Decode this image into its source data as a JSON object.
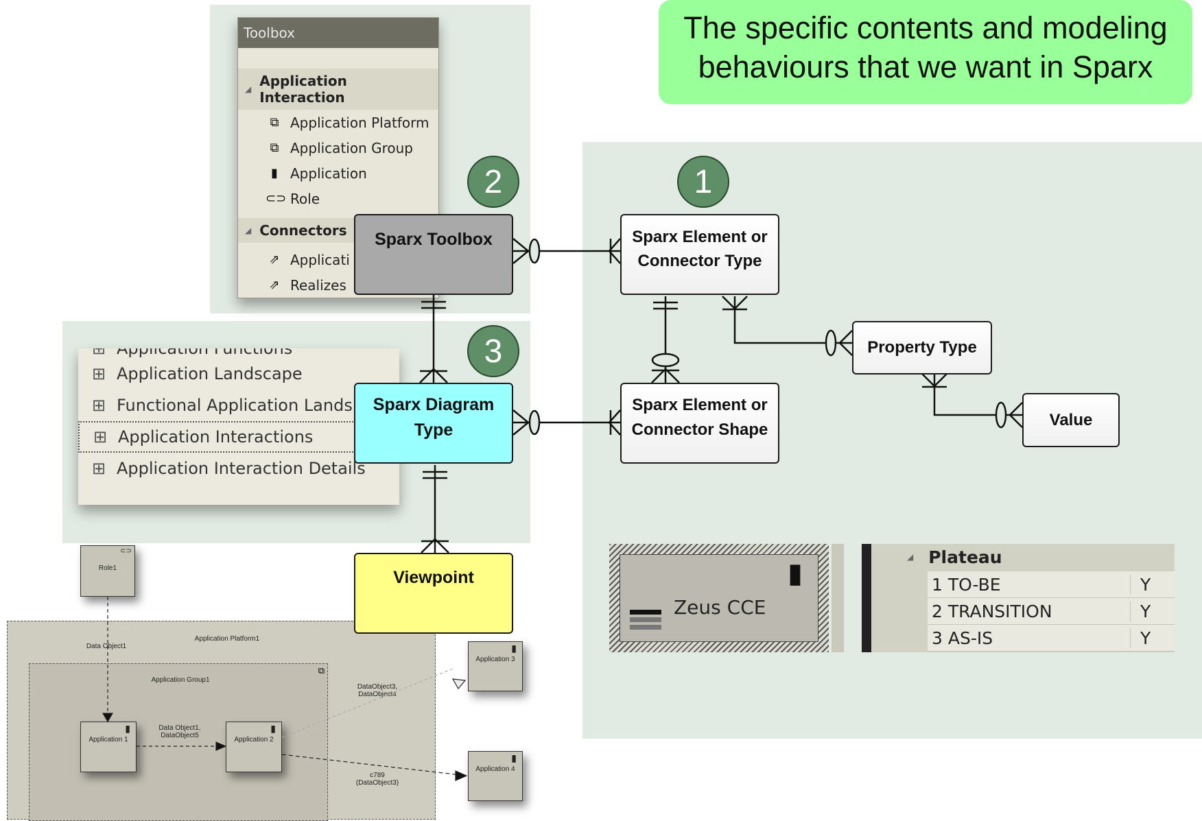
{
  "callout": {
    "line1": "The specific contents and modeling",
    "line2": "behaviours that we want in Sparx"
  },
  "badges": {
    "one": "1",
    "two": "2",
    "three": "3"
  },
  "entities": {
    "toolbox": "Sparx Toolbox",
    "element_type_l1": "Sparx Element or",
    "element_type_l2": "Connector Type",
    "property_type": "Property Type",
    "value": "Value",
    "diagram_type_l1": "Sparx Diagram",
    "diagram_type_l2": "Type",
    "element_shape_l1": "Sparx Element or",
    "element_shape_l2": "Connector Shape",
    "viewpoint": "Viewpoint"
  },
  "entity_colors": {
    "toolbox": "#a9a9a9",
    "diagram_type": "#99ffff",
    "viewpoint": "#ffff88",
    "callout": "#99ff99",
    "badge": "#5f8f66"
  },
  "toolbox": {
    "title": "Toolbox",
    "groups": [
      {
        "label": "Application Interaction",
        "items": [
          {
            "label": "Application Platform",
            "icon": "component-icon"
          },
          {
            "label": "Application Group",
            "icon": "component-icon"
          },
          {
            "label": "Application",
            "icon": "application-icon"
          },
          {
            "label": "Role",
            "icon": "role-icon"
          }
        ]
      },
      {
        "label": "Connectors",
        "items": [
          {
            "label": "Applicati",
            "icon": "flow-arrow-icon"
          },
          {
            "label": "Realizes",
            "icon": "realizes-arrow-icon"
          }
        ]
      }
    ]
  },
  "diagram_list": {
    "items": [
      {
        "label": "Application Functions",
        "selected": false
      },
      {
        "label": "Application Landscape",
        "selected": false
      },
      {
        "label": "Functional Application Lands",
        "selected": false
      },
      {
        "label": "Application Interactions",
        "selected": true
      },
      {
        "label": "Application Interaction Details",
        "selected": false
      }
    ]
  },
  "model": {
    "role": "Role1",
    "platform": "Application Platform1",
    "group": "Application Group1",
    "app1": "Application 1",
    "app2": "Application 2",
    "app3": "Application 3",
    "app4": "Application 4",
    "flow_role": "Data Object1",
    "flow_12_l1": "Data Object1,",
    "flow_12_l2": "DataObject5",
    "flow_23_l1": "DataObject3,",
    "flow_23_l2": "DataObject4",
    "flow_24_l1": "c789",
    "flow_24_l2": "(DataObject3)"
  },
  "zeus": {
    "label": "Zeus CCE"
  },
  "plateau": {
    "header": "Plateau",
    "rows": [
      {
        "name": "1 TO-BE",
        "flag": "Y"
      },
      {
        "name": "2 TRANSITION",
        "flag": "Y"
      },
      {
        "name": "3 AS-IS",
        "flag": "Y"
      }
    ]
  }
}
